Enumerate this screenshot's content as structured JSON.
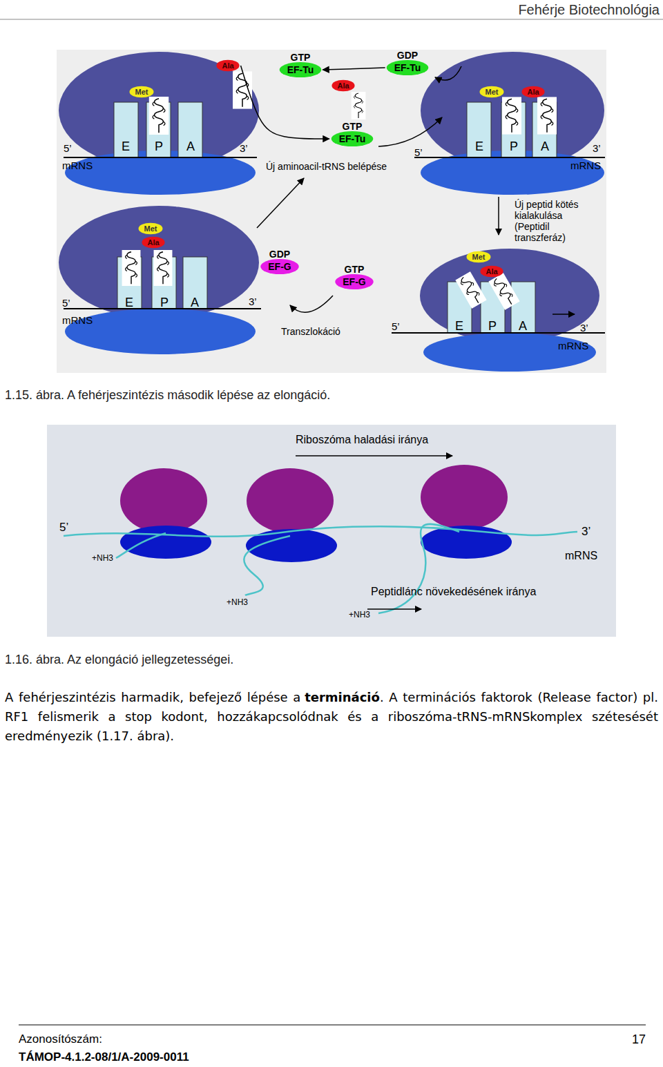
{
  "diagram": {
    "nodes": [
      {
        "text": [
          "Met"
        ]
      },
      {
        "text": [
          "Ala"
        ]
      },
      {
        "text": [
          "GTP",
          "EF-Tu"
        ]
      },
      {
        "text": [
          "GDP",
          "EF-Tu"
        ]
      },
      {
        "text": [
          "Ala"
        ]
      },
      {
        "text": [
          "GTP",
          "EF-Tu"
        ]
      },
      {
        "text": [
          "Met"
        ]
      },
      {
        "text": [
          "Ala"
        ]
      },
      {
        "text": [
          "Met"
        ]
      },
      {
        "text": [
          "Ala"
        ]
      },
      {
        "text": [
          "GDP",
          "EF-G"
        ]
      },
      {
        "text": [
          "GTP",
          "EF-G"
        ]
      },
      {
        "text": [
          "Met"
        ]
      },
      {
        "text": [
          "Ala"
        ]
      }
    ],
    "edges": [
      {
        "from": 3,
        "to": 2,
        "arrow": "to"
      },
      {
        "from": 1,
        "to": 5,
        "arrow": "to"
      }
    ],
    "labels": [
      "Fehérje Biotechnológia",
      "5’",
      "mRNS",
      "E",
      "P",
      "A",
      "3’",
      "Új aminoacil-tRNS belépése",
      "5’",
      "E",
      "P",
      "A",
      "3’",
      "mRNS",
      "Új peptid kötés kialakulása (Peptidil transzferáz)",
      "5’",
      "mRNS",
      "E",
      "P",
      "A",
      "3’",
      "Transzlokáció",
      "5’",
      "E",
      "P",
      "A",
      "3’",
      "mRNS",
      "1.15. ábra. A fehérjeszintézis második lépése az elongáció.",
      "Riboszóma haladási iránya",
      "5’",
      "3’",
      "mRNS",
      "+NH3",
      "+NH3",
      "Peptidlánc növekedésének iránya",
      "+NH3",
      "1.16. ábra. Az elongáció jellegzetességei.",
      "A fehérjeszintézis harmadik, befejező lépése a",
      "termináció",
      ". A terminációs faktorok (Release factor) pl. RF1 felismerik a stop kodont, hozzákapcsolódnak és a riboszóma-tRNS-mRNSkomplex szétesését eredményezik (1.17. ábra).",
      "Azonosítószám:",
      "TÁMOP-4.1.2-08/1/A-2009-0011",
      "17"
    ]
  }
}
